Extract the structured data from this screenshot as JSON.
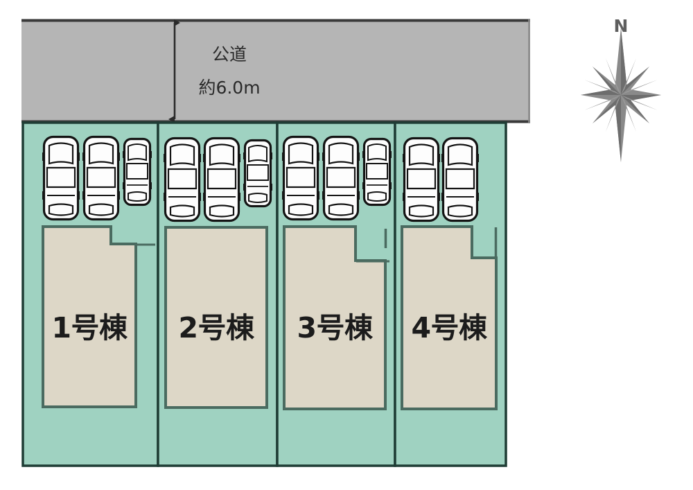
{
  "figure": {
    "kind": "site-plan",
    "title_visible": false,
    "background_color": "#ffffff"
  },
  "colors": {
    "lot_fill": "#9fd2c1",
    "lot_stroke": "#1f3d35",
    "building_fill": "#ddd7c7",
    "building_stroke": "#4a6b60",
    "road_fill": "#b5b5b5",
    "road_stroke": "#3a3a3a",
    "car_fill": "#fdfdfd",
    "car_stroke": "#1a1a1a",
    "text_color": "#1c1c1c",
    "compass_color": "#777777"
  },
  "road": {
    "name_label": "公道",
    "width_label": "約6.0m",
    "dimension_arrow": "double-headed-vertical",
    "position": "north"
  },
  "compass": {
    "north_label": "N",
    "points": 16
  },
  "lots": [
    {
      "id": "lot-1",
      "building_label": "1号棟",
      "building_shape": "l-shaped",
      "parking": {
        "standard_cars": 2,
        "compact_cars": 1,
        "total": 3
      }
    },
    {
      "id": "lot-2",
      "building_label": "2号棟",
      "building_shape": "rectangular",
      "parking": {
        "standard_cars": 2,
        "compact_cars": 1,
        "total": 3
      }
    },
    {
      "id": "lot-3",
      "building_label": "3号棟",
      "building_shape": "l-shaped",
      "parking": {
        "standard_cars": 2,
        "compact_cars": 1,
        "total": 3
      }
    },
    {
      "id": "lot-4",
      "building_label": "4号棟",
      "building_shape": "l-shaped",
      "parking": {
        "standard_cars": 2,
        "compact_cars": 0,
        "total": 2
      }
    }
  ]
}
